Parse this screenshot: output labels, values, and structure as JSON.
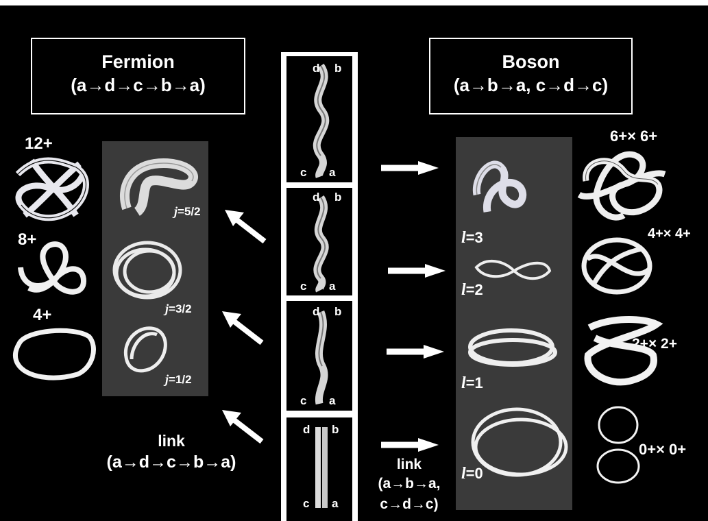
{
  "fermion": {
    "title": "Fermion",
    "path": "(a→d→c→b→a)"
  },
  "boson": {
    "title": "Boson",
    "path": "(a→b→a, c→d→c)"
  },
  "left_knots": [
    "12+",
    "8+",
    "4+"
  ],
  "fermion_states": [
    {
      "j_label": "j",
      "j_value": "=5/2"
    },
    {
      "j_label": "j",
      "j_value": "=3/2"
    },
    {
      "j_label": "j",
      "j_value": "=1/2"
    }
  ],
  "strip_cells": [
    {
      "top_left": "d",
      "top_right": "b",
      "bottom_left": "c",
      "bottom_right": "a"
    },
    {
      "top_left": "d",
      "top_right": "b",
      "bottom_left": "c",
      "bottom_right": "a"
    },
    {
      "top_left": "d",
      "top_right": "b",
      "bottom_left": "c",
      "bottom_right": "a"
    },
    {
      "top_left": "d",
      "top_right": "b",
      "bottom_left": "c",
      "bottom_right": "a"
    }
  ],
  "boson_states": [
    {
      "l_label": "l",
      "l_value": "=3"
    },
    {
      "l_label": "l",
      "l_value": "=2"
    },
    {
      "l_label": "l",
      "l_value": "=1"
    },
    {
      "l_label": "l",
      "l_value": "=0"
    }
  ],
  "right_knots": [
    "6+× 6+",
    "4+× 4+",
    "2+× 2+",
    "0+× 0+"
  ],
  "fermion_link": {
    "word": "link",
    "path": "(a→d→c→b→a)"
  },
  "boson_link": {
    "word": "link",
    "line1": "(a→b→a,",
    "line2": "c→d→c)"
  }
}
